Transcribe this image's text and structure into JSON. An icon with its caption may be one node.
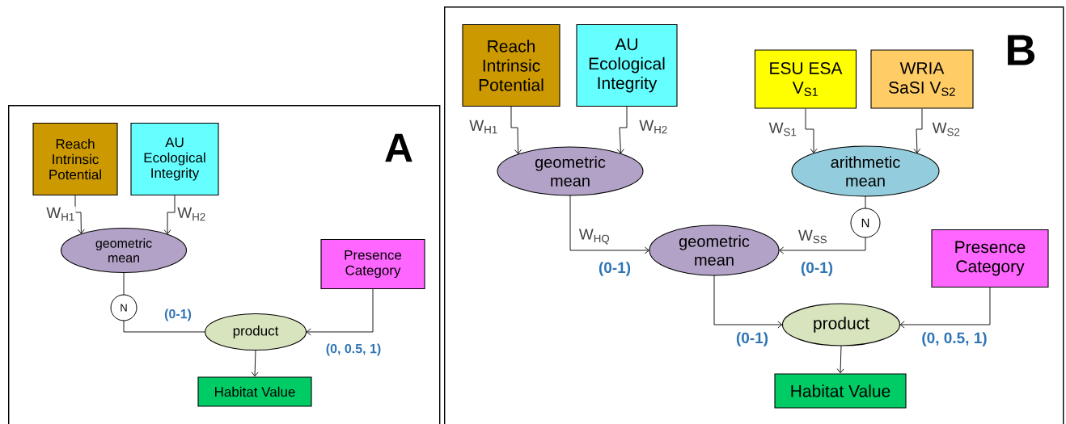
{
  "diagram": {
    "nodes": [
      {
        "text": [
          "A"
        ]
      },
      {
        "text": [
          "Reach Intrinsic Potential"
        ],
        "in": 0
      },
      {
        "text": [
          "AU Ecological Integrity"
        ],
        "in": 0
      },
      {
        "text": [
          "geometric mean"
        ],
        "in": 0
      },
      {
        "text": [
          "N"
        ],
        "in": 0
      },
      {
        "text": [
          "Presence Category"
        ],
        "in": 0
      },
      {
        "text": [
          "product"
        ],
        "in": 0
      },
      {
        "text": [
          "Habitat Value"
        ],
        "in": 0
      },
      {
        "text": [
          "B"
        ]
      },
      {
        "text": [
          "Reach Intrinsic Potential"
        ],
        "in": 8
      },
      {
        "text": [
          "AU Ecological Integrity"
        ],
        "in": 8
      },
      {
        "text": [
          "ESU ESA V$_{S1}$"
        ],
        "in": 8
      },
      {
        "text": [
          "WRIA SaSI V$_{S2}$"
        ],
        "in": 8
      },
      {
        "text": [
          "geometric mean"
        ],
        "in": 8
      },
      {
        "text": [
          "arithmetic mean"
        ],
        "in": 8
      },
      {
        "text": [
          "N"
        ],
        "in": 8
      },
      {
        "text": [
          "geometric mean"
        ],
        "in": 8
      },
      {
        "text": [
          "Presence Category"
        ],
        "in": 8
      },
      {
        "text": [
          "product"
        ],
        "in": 8
      },
      {
        "text": [
          "Habitat Value"
        ],
        "in": 8
      }
    ],
    "edges": [
      {
        "from": 1,
        "to": 3,
        "arrow": "to",
        "label": "W$_{H1}$"
      },
      {
        "from": 2,
        "to": 3,
        "arrow": "to",
        "label": "W$_{H2}$"
      },
      {
        "from": 3,
        "to": 4,
        "arrow": "none"
      },
      {
        "from": 4,
        "to": 6,
        "arrow": "none"
      },
      {
        "from": 5,
        "to": 6,
        "arrow": "to"
      },
      {
        "from": 6,
        "to": 7,
        "arrow": "to"
      },
      {
        "from": 9,
        "to": 13,
        "arrow": "to",
        "label": "W$_{H1}$"
      },
      {
        "from": 10,
        "to": 13,
        "arrow": "to",
        "label": "W$_{H2}$"
      },
      {
        "from": 11,
        "to": 14,
        "arrow": "to",
        "label": "W$_{S1}$"
      },
      {
        "from": 12,
        "to": 14,
        "arrow": "to",
        "label": "W$_{S2}$"
      },
      {
        "from": 13,
        "to": 16,
        "arrow": "to",
        "label": "W$_{HQ}$"
      },
      {
        "from": 14,
        "to": 15,
        "arrow": "none"
      },
      {
        "from": 15,
        "to": 16,
        "arrow": "to",
        "label": "W$_{SS}$"
      },
      {
        "from": 16,
        "to": 18,
        "arrow": "to"
      },
      {
        "from": 17,
        "to": 18,
        "arrow": "to"
      },
      {
        "from": 18,
        "to": 19,
        "arrow": "to"
      }
    ],
    "labels": [
      "(0-1)",
      "(0, 0.5, 1)",
      "(0-1)",
      "(0-1)",
      "(0-1)",
      "(0, 0.5, 1)"
    ]
  }
}
